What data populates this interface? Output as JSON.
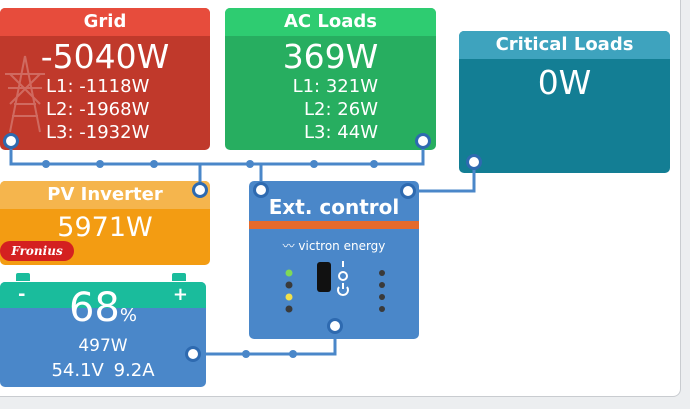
{
  "grid": {
    "title": "Grid",
    "power": "-5040W",
    "l1": "L1: -1118W",
    "l2": "L2: -1968W",
    "l3": "L3: -1932W",
    "color": "#c0392b"
  },
  "ac_loads": {
    "title": "AC Loads",
    "power": "369W",
    "l1": "L1: 321W",
    "l2": "L2: 26W",
    "l3": "L3: 44W",
    "color": "#27ae60"
  },
  "critical_loads": {
    "title": "Critical Loads",
    "power": "0W",
    "color": "#137e94"
  },
  "pv_inverter": {
    "title": "PV Inverter",
    "power": "5971W",
    "brand": "Fronius",
    "color": "#f39c12"
  },
  "ext_control": {
    "title": "Ext. control",
    "brand": "victron energy",
    "color": "#4a87c9"
  },
  "battery": {
    "soc": "68",
    "soc_unit": "%",
    "minus": "-",
    "plus": "+",
    "power": "497W",
    "voltage": "54.1V",
    "current": "9.2A",
    "color": "#4a87c9"
  }
}
